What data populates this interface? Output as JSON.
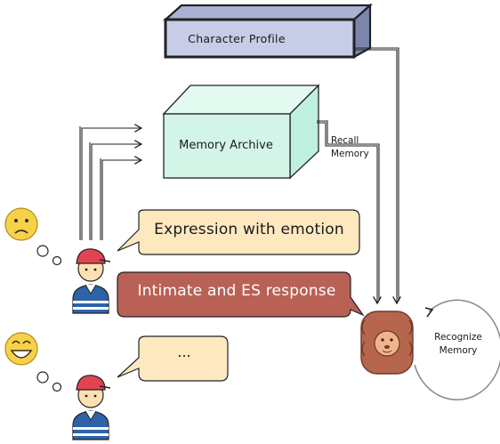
{
  "profile": {
    "label": "Character Profile"
  },
  "archive": {
    "label": "Memory Archive"
  },
  "recall": {
    "line1": "Recall",
    "line2": "Memory"
  },
  "bubbles": {
    "expression": "Expression with emotion",
    "response": "Intimate and ES response",
    "ellipsis": "..."
  },
  "recognize": {
    "line1": "Recognize",
    "line2": "Memory"
  },
  "icons": {
    "sad_face": "sad-face-icon",
    "happy_face": "happy-face-icon",
    "user_1": "user-avatar-icon",
    "user_2": "user-avatar-icon",
    "agent": "lion-agent-icon"
  },
  "colors": {
    "profile_fill": "#c7cde6",
    "archive_fill": "#d2f5e8",
    "bubble_fill": "#fde8c0",
    "response_fill": "#b86154",
    "user_cap": "#e04451",
    "user_shirt": "#2f63a8",
    "agent_fur": "#b5664c",
    "emoji_yellow": "#f6d24a"
  }
}
